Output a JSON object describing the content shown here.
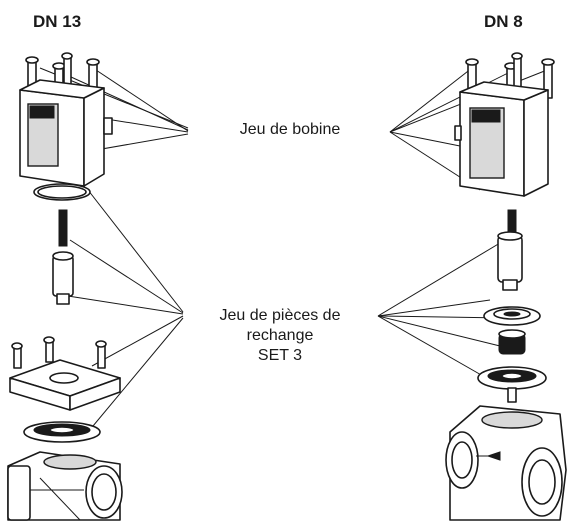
{
  "headings": {
    "left": "DN 13",
    "right": "DN 8"
  },
  "callouts": {
    "coil_set": "Jeu de bobine",
    "spare_parts": [
      "Jeu de pièces de",
      "rechange",
      "SET 3"
    ]
  },
  "icons": {
    "left_valve": "solenoid-valve-dn13-exploded",
    "right_valve": "solenoid-valve-dn8-exploded"
  },
  "colors": {
    "line": "#1a1a1a",
    "background": "#ffffff",
    "shade": "#d9d9d9"
  }
}
